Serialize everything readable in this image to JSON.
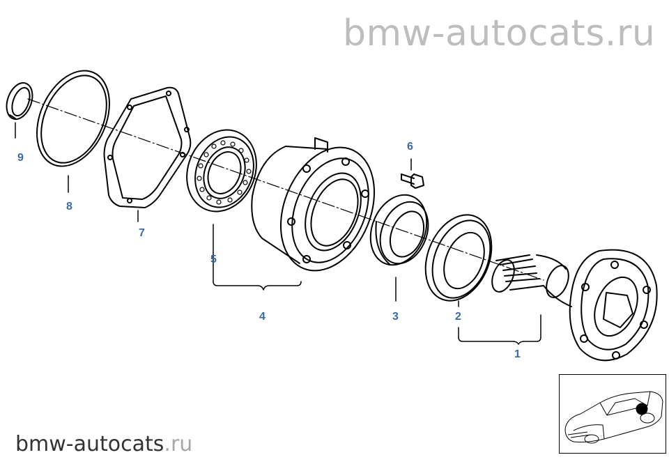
{
  "watermark": {
    "top": "bmw-autocats.ru",
    "bottom_brand": "bmw-autocats",
    "bottom_tld": ".ru"
  },
  "callouts": {
    "c1": "1",
    "c2": "2",
    "c3": "3",
    "c4": "4",
    "c5": "5",
    "c6": "6",
    "c7": "7",
    "c8": "8",
    "c9": "9"
  },
  "colors": {
    "callout": "#3a6aa5",
    "line": "#000000",
    "watermark_top": "#bdbdbd"
  },
  "thumbnail": {
    "icon": "car-location-icon"
  }
}
